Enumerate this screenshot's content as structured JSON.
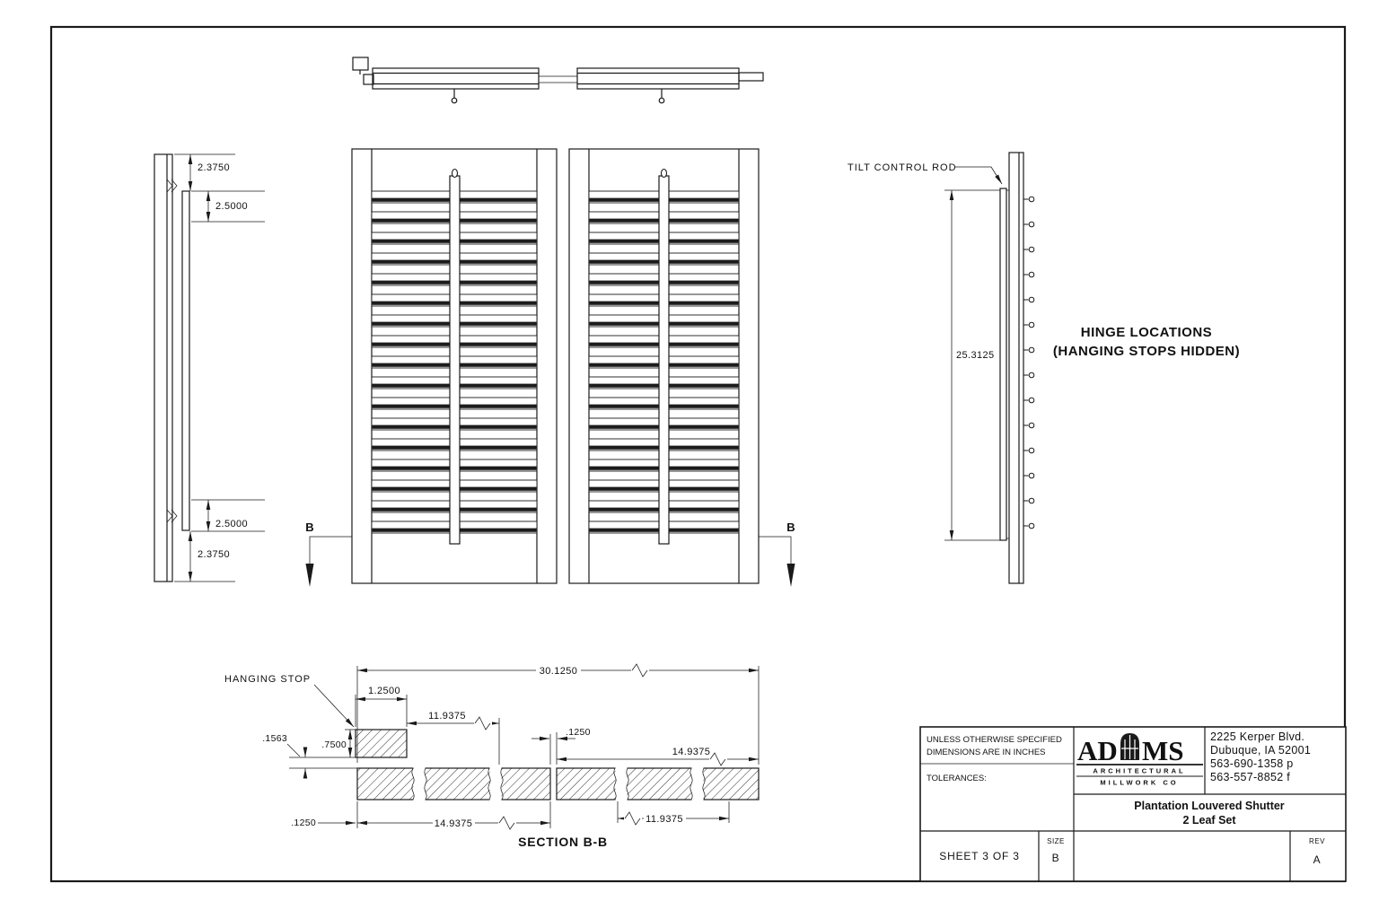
{
  "sheet": {
    "views": {
      "side_left": {
        "dim_top_outer": "2.3750",
        "dim_top_inner": "2.5000",
        "dim_bottom_inner": "2.5000",
        "dim_bottom_outer": "2.3750"
      },
      "side_right": {
        "tilt_rod_label": "TILT CONTROL ROD",
        "rod_length": "25.3125",
        "note_line1": "HINGE LOCATIONS",
        "note_line2": "(HANGING STOPS HIDDEN)"
      },
      "front": {
        "marker_left": "B",
        "marker_right": "B"
      },
      "section": {
        "title": "SECTION B-B",
        "hanging_stop_label": "HANGING STOP",
        "overall_width": "30.1250",
        "hanging_stop_width": "1.2500",
        "louver_span_top": "11.9375",
        "leaf_gap": ".1250",
        "leaf_width_right": "14.9375",
        "stop_lip": ".1563",
        "stop_height": ".7500",
        "edge_offset": ".1250",
        "leaf_width_left": "14.9375",
        "louver_span_bottom": "11.9375"
      }
    },
    "title_block": {
      "note_line1": "UNLESS OTHERWISE SPECIFIED",
      "note_line2": "DIMENSIONS ARE IN INCHES",
      "tolerances_label": "TOLERANCES:",
      "logo": {
        "left": "AD",
        "right": "MS",
        "sub1": "ARCHITECTURAL",
        "sub2": "MILLWORK CO"
      },
      "address_line1": "2225 Kerper Blvd.",
      "address_line2": "Dubuque, IA 52001",
      "address_line3": "563-690-1358 p",
      "address_line4": "563-557-8852 f",
      "part_name_line1": "Plantation Louvered Shutter",
      "part_name_line2": "2 Leaf Set",
      "sheet_label": "SHEET 3 OF 3",
      "size_label": "SIZE",
      "size_value": "B",
      "rev_label": "REV",
      "rev_value": "A"
    }
  }
}
